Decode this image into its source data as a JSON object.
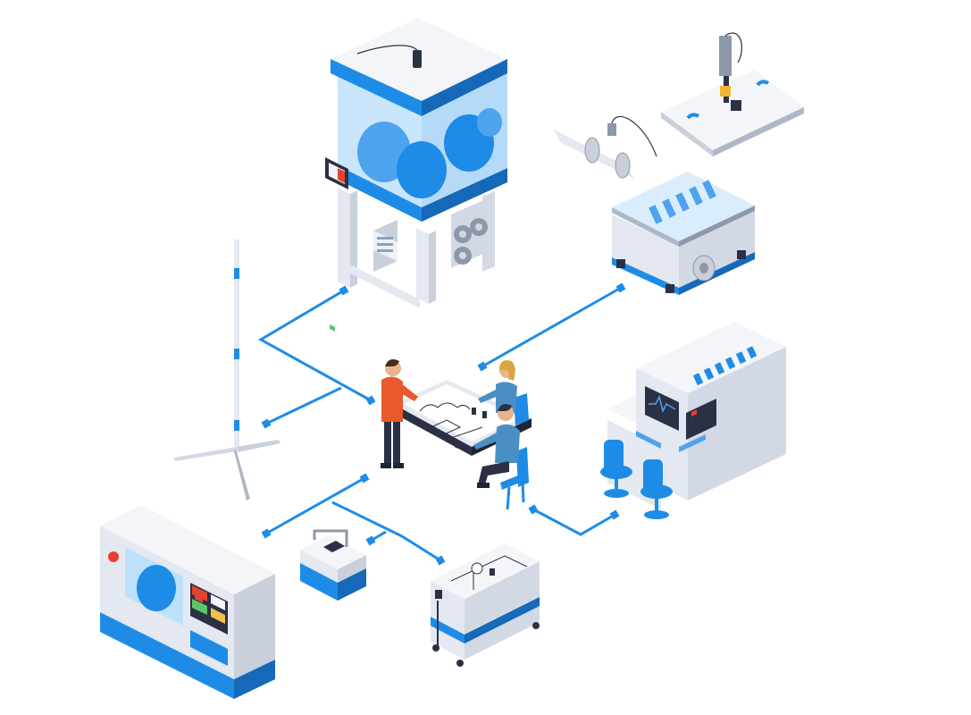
{
  "colors": {
    "accent": "#1e8ce6",
    "accent_light": "#8cc6f5",
    "glass": "#bfe0fb",
    "machine_top": "#f3f5f9",
    "machine_side_l": "#e4e8f0",
    "machine_side_r": "#d3d9e4",
    "dark": "#2b3145",
    "skin": "#e9b48c",
    "shirt_orange": "#e8592b",
    "shirt_blue": "#4a8fc4",
    "hair_blond": "#d9a640",
    "pants_dark": "#2b3145",
    "screen_red": "#e5432f",
    "screen_green": "#5cc86c",
    "screen_yellow": "#f1c24a"
  },
  "nodes": [
    {
      "id": "glovebox-chamber",
      "icon": "glovebox-icon"
    },
    {
      "id": "vacuum-tank",
      "icon": "vacuum-chamber-icon"
    },
    {
      "id": "sample-plate",
      "icon": "plate-icon"
    },
    {
      "id": "planning-table",
      "icon": "meeting-table-icon"
    },
    {
      "id": "control-console",
      "icon": "control-console-icon"
    },
    {
      "id": "wind-sensor-mast",
      "icon": "wind-turbine-icon"
    },
    {
      "id": "cnc-machine",
      "icon": "cnc-machine-icon"
    },
    {
      "id": "toolbox",
      "icon": "toolbox-icon"
    },
    {
      "id": "pressure-cart",
      "icon": "pressure-cart-icon"
    }
  ]
}
